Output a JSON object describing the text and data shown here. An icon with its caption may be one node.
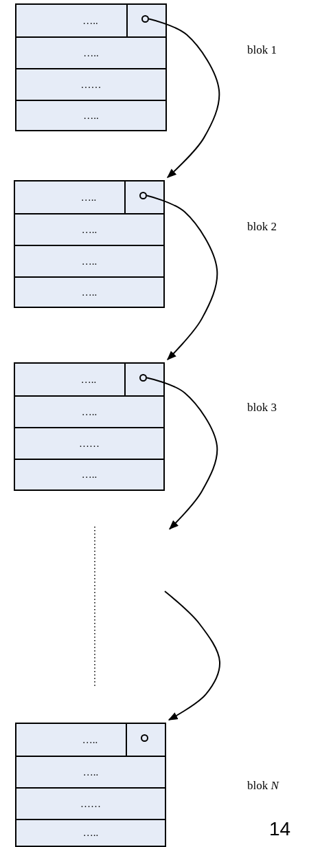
{
  "diagram": {
    "nodes": [
      {
        "text": [],
        "shape": "box"
      },
      {
        "text": [
          "….."
        ],
        "in": 0
      },
      {
        "text": [],
        "shape": "box",
        "in": 0
      },
      {
        "text": [],
        "shape": "circle",
        "in": 2
      },
      {
        "text": [
          "….."
        ],
        "in": 0
      },
      {
        "text": [
          "……"
        ],
        "in": 0
      },
      {
        "text": [
          "….."
        ],
        "in": 0
      },
      {
        "text": [],
        "shape": "box"
      },
      {
        "text": [
          "….."
        ],
        "in": 7
      },
      {
        "text": [],
        "shape": "box",
        "in": 7
      },
      {
        "text": [],
        "shape": "circle",
        "in": 9
      },
      {
        "text": [
          "….."
        ],
        "in": 7
      },
      {
        "text": [
          "….."
        ],
        "in": 7
      },
      {
        "text": [
          "….."
        ],
        "in": 7
      },
      {
        "text": [],
        "shape": "box"
      },
      {
        "text": [
          "….."
        ],
        "in": 14
      },
      {
        "text": [],
        "shape": "box",
        "in": 14
      },
      {
        "text": [],
        "shape": "circle",
        "in": 16
      },
      {
        "text": [
          "….."
        ],
        "in": 14
      },
      {
        "text": [
          "……"
        ],
        "in": 14
      },
      {
        "text": [
          "….."
        ],
        "in": 14
      },
      {
        "text": [],
        "shape": "box"
      },
      {
        "text": [
          "….."
        ],
        "in": 21
      },
      {
        "text": [],
        "shape": "box",
        "in": 21
      },
      {
        "text": [],
        "shape": "circle",
        "in": 23
      },
      {
        "text": [
          "….."
        ],
        "in": 21
      },
      {
        "text": [
          "……"
        ],
        "in": 21
      },
      {
        "text": [
          "….."
        ],
        "in": 21
      }
    ],
    "edges": [
      {
        "from": 3,
        "to": 7,
        "arrow": "to"
      },
      {
        "from": 10,
        "to": 14,
        "arrow": "to"
      },
      {
        "from": 17,
        "to": null,
        "arrow": "to"
      },
      {
        "from": null,
        "to": 21,
        "arrow": "to"
      }
    ],
    "labels": [
      "blok 1",
      "blok 2",
      "blok 3",
      "blok *N*",
      "14"
    ]
  }
}
